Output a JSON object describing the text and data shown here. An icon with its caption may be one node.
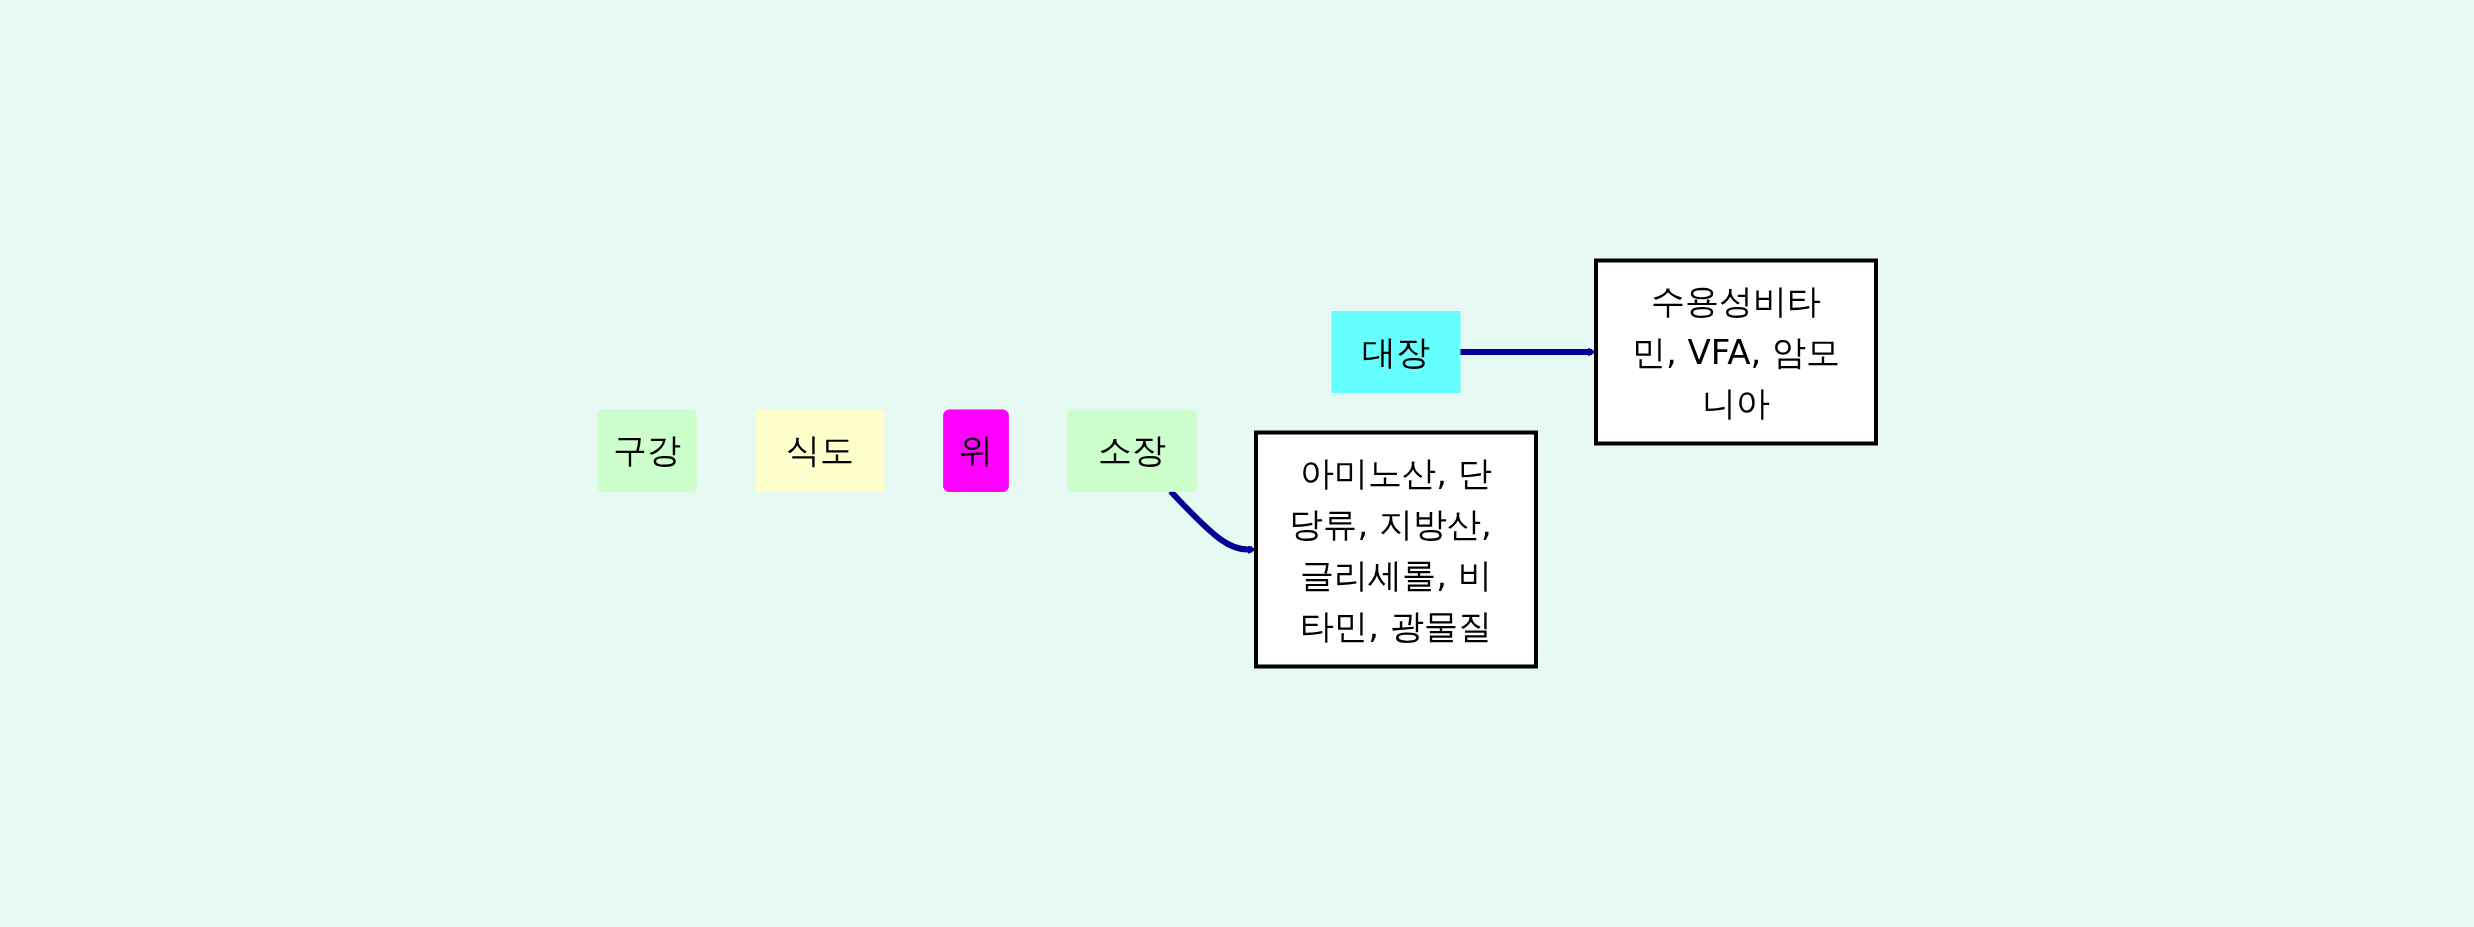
{
  "diagram": {
    "nodes": [
      {
        "text": [
          "구강"
        ]
      },
      {
        "text": [
          "식도"
        ]
      },
      {
        "text": [
          "위"
        ]
      },
      {
        "text": [
          "소장"
        ]
      },
      {
        "text": [
          "대장"
        ]
      },
      {
        "text": [
          "아미노산, 단당류, 지방산, 글리세롤, 비타민, 광물질"
        ]
      },
      {
        "text": [
          "수용성비타민, VFA, 암모니아"
        ]
      }
    ],
    "edges": [
      {
        "from": 3,
        "to": 5,
        "arrow": "to"
      },
      {
        "from": 4,
        "to": 6,
        "arrow": "to"
      }
    ]
  }
}
